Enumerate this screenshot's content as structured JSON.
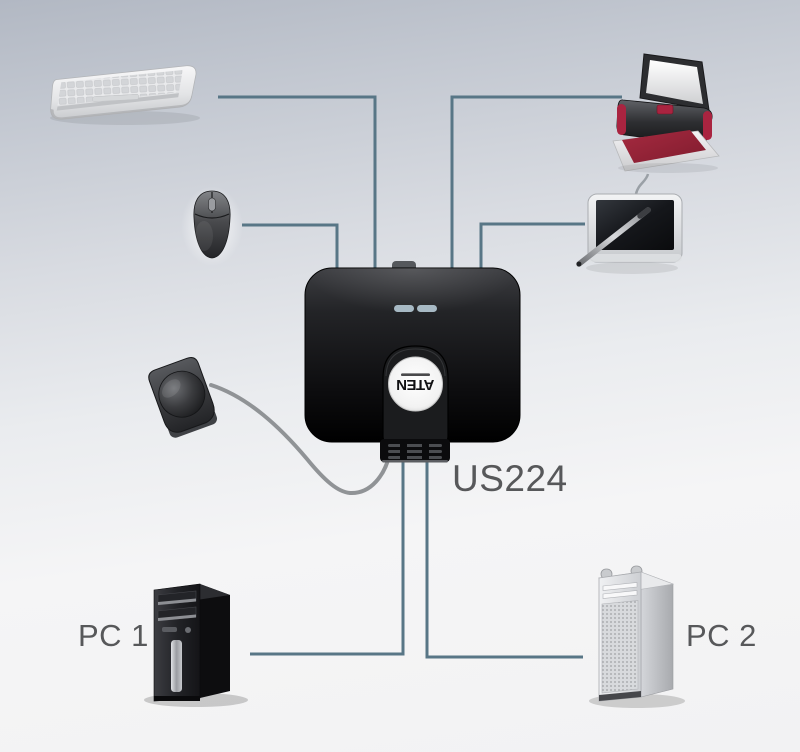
{
  "diagram": {
    "model_label": "US224",
    "logo": {
      "brand": "ATEN"
    },
    "labels": {
      "pc1": "PC 1",
      "pc2": "PC 2"
    },
    "switch": {
      "led_count": 2
    },
    "devices": [
      "keyboard",
      "mouse",
      "printer",
      "graphics-tablet",
      "usb-switch-us224",
      "remote-port-selector",
      "pc-tower-1",
      "pc-tower-2"
    ],
    "colors": {
      "connection_line": "#587686",
      "remote_cable": "#909396",
      "label_text": "#57585a",
      "led": "#a7b9c4",
      "switch_body": "#101012",
      "printer_accent": "#a92440",
      "background_top": "#b2b8c3",
      "background_bottom": "#f2f2f3"
    }
  }
}
